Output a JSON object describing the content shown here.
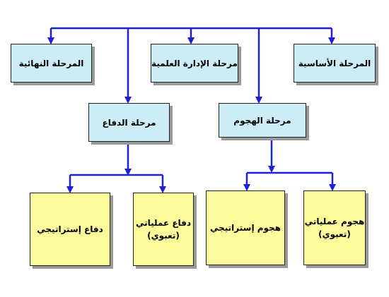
{
  "colors": {
    "connector": "#1f1fd8",
    "phase_fill": "#ccecf6",
    "tactic_fill": "#fbfb9b",
    "border": "#222222"
  },
  "top_level": {
    "basic": "المرحلة الأساسية",
    "scientific_management": "مرحلة الإدارة العلمية",
    "final": "المرحلة النهائية"
  },
  "mid_level": {
    "attack": "مرحلة الهجوم",
    "defense": "مرحلة الدفاع"
  },
  "leaves": {
    "attack_operational": "هجوم عملياتي\n(تعبوي)",
    "attack_strategic": "هجوم إستراتيجي",
    "defense_operational": "دفاع عملياتي\n(تعبوي)",
    "defense_strategic": "دفاع إستراتيجي"
  }
}
